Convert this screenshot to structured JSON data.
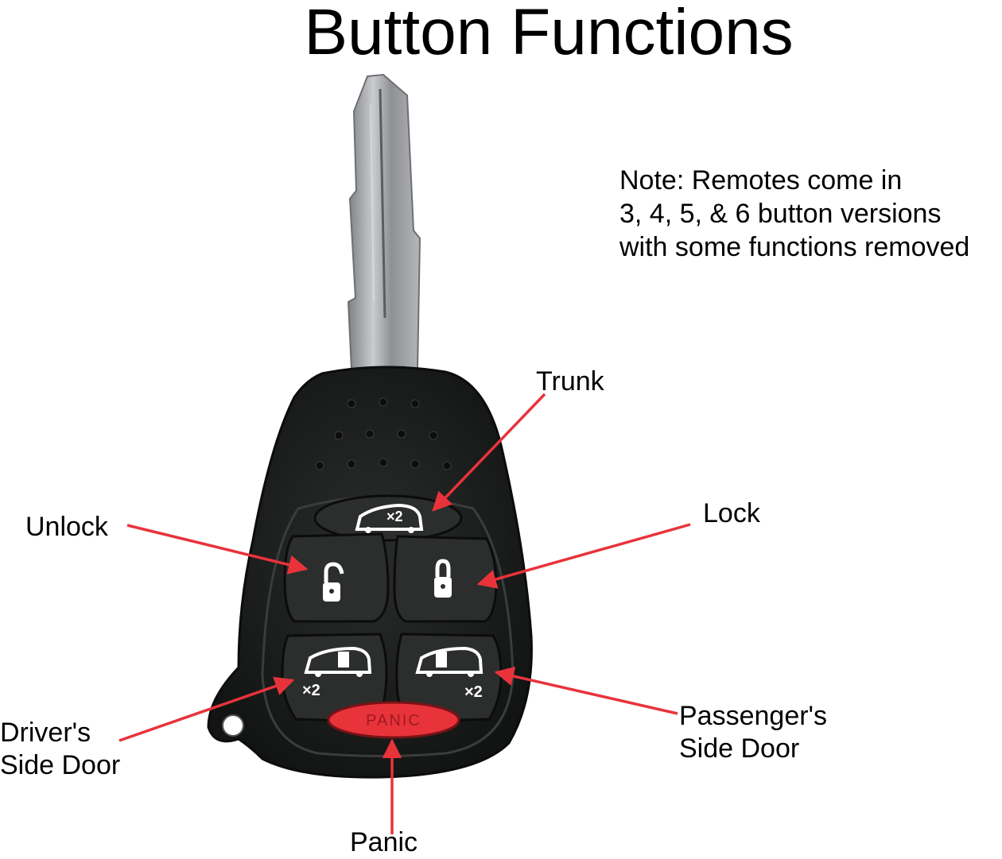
{
  "title": "Button Functions",
  "note": {
    "lines": [
      "Note: Remotes come in",
      "3, 4, 5, & 6 button versions",
      "with some functions removed"
    ]
  },
  "labels": {
    "trunk": "Trunk",
    "unlock": "Unlock",
    "lock": "Lock",
    "drivers_side_door": "Driver's\nSide Door",
    "passengers_side_door": "Passenger's\nSide Door",
    "panic": "Panic"
  },
  "remote": {
    "trunk_button_text": "×2",
    "driver_door_button_text": "×2",
    "passenger_door_button_text": "×2",
    "panic_button_text": "PANIC"
  },
  "colors": {
    "arrow": "#e8333b",
    "fob_body": "#1d201e",
    "button": "#2b2e2c",
    "panic_button": "#e8333b",
    "key_blade": "#a9abae"
  }
}
